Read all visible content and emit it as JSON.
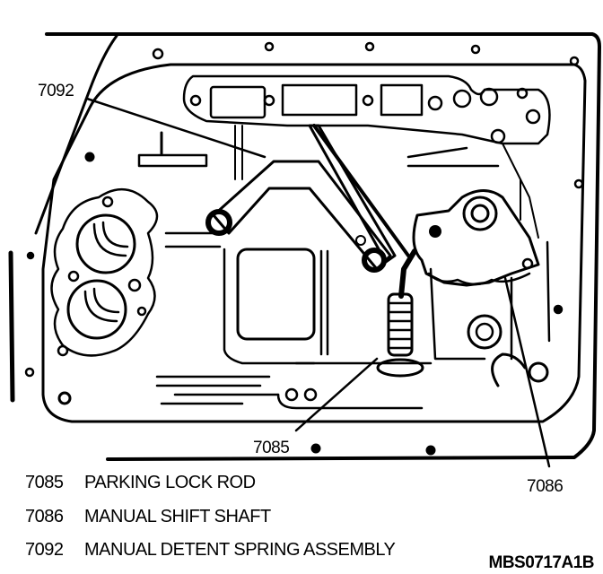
{
  "callouts": {
    "c7092": "7092",
    "c7085": "7085",
    "c7086": "7086"
  },
  "legend": [
    {
      "number": "7085",
      "description": "PARKING LOCK ROD"
    },
    {
      "number": "7086",
      "description": "MANUAL SHIFT SHAFT"
    },
    {
      "number": "7092",
      "description": "MANUAL DETENT SPRING ASSEMBLY"
    }
  ],
  "figure_code": "MBS0717A1B",
  "colors": {
    "ink": "#000000",
    "paper": "#ffffff"
  }
}
